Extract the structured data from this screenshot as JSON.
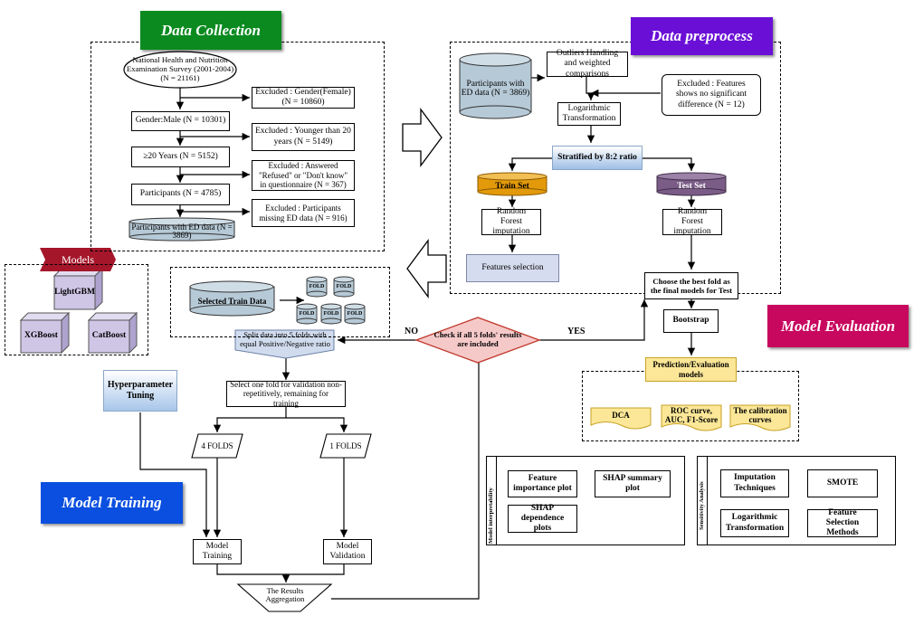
{
  "banners": {
    "data_collection": "Data Collection",
    "data_preprocess": "Data preprocess",
    "model_evaluation": "Model Evaluation",
    "model_training": "Model Training",
    "models": "Models"
  },
  "collection": {
    "nhanes": "National Health and Nutrition Examination Survey (2001-2004) (N = 21161)",
    "gender": "Gender:Male (N = 10301)",
    "age": "≥20 Years (N = 5152)",
    "participants": "Participants (N = 4785)",
    "participants_ed": "Participants with ED data (N = 3869)",
    "excl_gender": "Excluded : Gender(Female) (N = 10860)",
    "excl_young": "Excluded : Younger than 20 years (N = 5149)",
    "excl_refused": "Excluded : Answered \"Refused\" or \"Don't know\" in questionnaire (N = 367)",
    "excl_missing": "Excluded : Participants missing ED data (N = 916)"
  },
  "preprocess": {
    "db": "Participants with ED data (N = 3869)",
    "outliers": "Outliers Handling and weighted comparisons",
    "excluded_features": "Excluded : Features shows no significant difference (N = 12)",
    "log_transform": "Logarithmic Transformation",
    "stratified": "Stratified by 8:2 ratio",
    "train_set": "Train Set",
    "test_set": "Test Set",
    "rf_train": "Random Forest imputation",
    "rf_test": "Random Forest imputation",
    "feature_selection": "Features selection"
  },
  "models": {
    "lightgbm": "LightGBM",
    "xgboost": "XGBoost",
    "catboost": "CatBoost"
  },
  "training": {
    "selected_train_data": "Selected Train Data",
    "fold_label": "FOLD",
    "split": "Split data into 5 folds with equal Positive/Negative ratio",
    "hyperparameter": "Hyperparameter Tuning",
    "select_fold": "Select one fold for validation non-repetitively, remaining for training",
    "four_folds": "4 FOLDS",
    "one_fold": "1 FOLDS",
    "model_training": "Model Training",
    "model_validation": "Model Validation",
    "results_aggregation": "The Results Aggregation",
    "check": "Check if all 5 folds' results are included",
    "no": "NO",
    "yes": "YES"
  },
  "evaluation": {
    "best_fold": "Choose the best fold as the final models for Test",
    "bootstrap": "Bootstrap",
    "prediction": "Prediction/Evaluation models",
    "dca": "DCA",
    "roc": "ROC curve, AUC, F1-Score",
    "calibration": "The calibration curves"
  },
  "interpretability": {
    "title": "Model interpretability",
    "feature_importance": "Feature importance plot",
    "shap_summary": "SHAP summary plot",
    "shap_dependence": "SHAP dependence plots"
  },
  "sensitivity": {
    "title": "Sensitivity Analysis",
    "imputation": "Imputation Techniques",
    "smote": "SMOTE",
    "log_transform": "Logarithmic Transformation",
    "feature_selection": "Feature Selection Methods"
  },
  "colors": {
    "data_collection": "#0a8a1f",
    "data_preprocess": "#6a0fd6",
    "model_evaluation": "#c8075f",
    "model_training": "#0a4fe0",
    "models_ribbon": "#a5162a",
    "train_set": "#e39a0a",
    "test_set": "#7a5c86",
    "cylinder_blue": "#b6c9d6",
    "models_cube": "#cfc6e6",
    "note_yellow": "#fbe797",
    "diamond": "#f6c9c9"
  }
}
